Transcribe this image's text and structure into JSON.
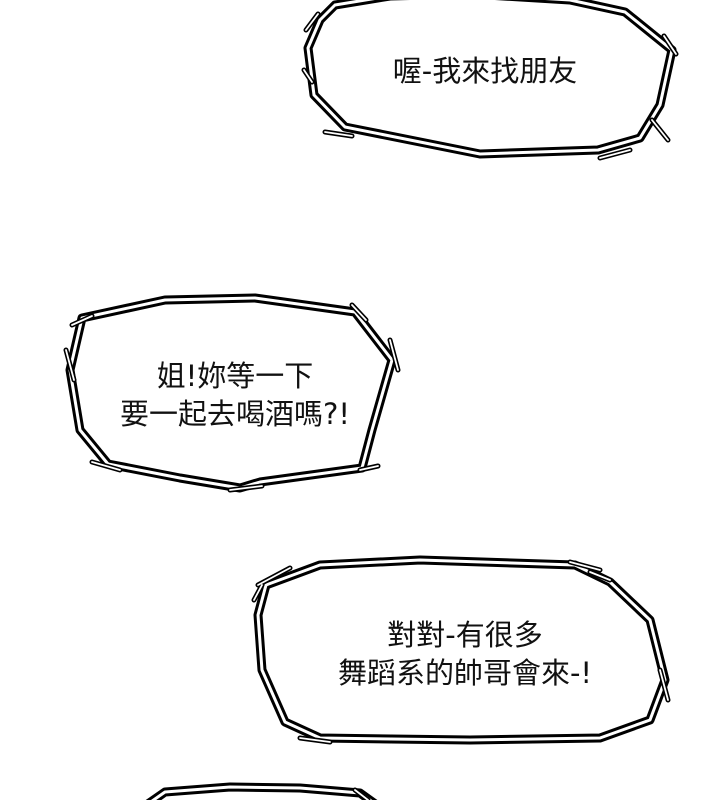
{
  "page": {
    "background": "#ffffff",
    "outline_color": "#000000",
    "text_color": "#111111"
  },
  "bubbles": [
    {
      "id": "bubble-1",
      "lines": [
        "喔-我來找朋友"
      ]
    },
    {
      "id": "bubble-2",
      "lines": [
        "姐!妳等一下",
        "要一起去喝酒嗎?!"
      ]
    },
    {
      "id": "bubble-3",
      "lines": [
        "對對-有很多",
        "舞蹈系的帥哥會來-!"
      ]
    },
    {
      "id": "bubble-4",
      "lines": []
    }
  ]
}
